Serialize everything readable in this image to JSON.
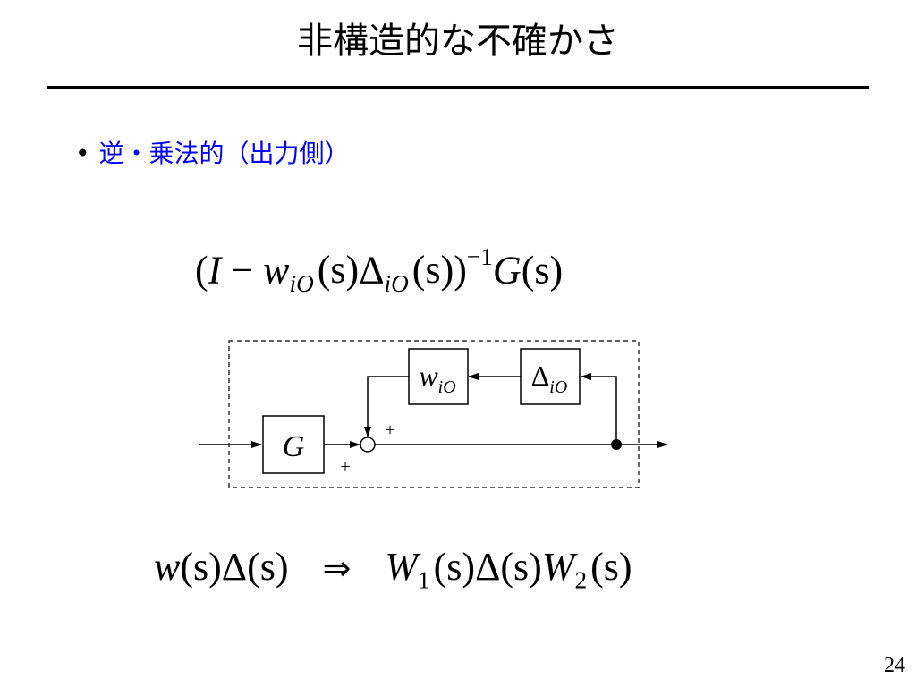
{
  "slide": {
    "title": "非構造的な不確かさ",
    "page_number": "24"
  },
  "bullet": {
    "symbol": "•",
    "text": "逆・乗法的（出力側）",
    "color": "#0000ff"
  },
  "formula_main": {
    "open_paren": "(",
    "I": "I",
    "minus": " − ",
    "w": "w",
    "w_sub": "iO",
    "s_arg1": "(s)",
    "delta": "Δ",
    "delta_sub": "iO",
    "s_arg2": "(s))",
    "exponent": "−1",
    "G": "G",
    "s_arg3": "(s)"
  },
  "formula_bottom": {
    "lhs_w": "w",
    "lhs_rest": "(s)Δ(s)",
    "arrow": "⇒",
    "W": "W",
    "W1_sub": "1",
    "mid": "(s)Δ(s)",
    "W2": "W",
    "W2_sub": "2",
    "end": "(s)"
  },
  "diagram": {
    "block_G": "G",
    "block_w": "w",
    "block_w_sub": "iO",
    "block_delta": "Δ",
    "block_delta_sub": "iO",
    "sign_top": "+",
    "sign_bottom": "+"
  }
}
